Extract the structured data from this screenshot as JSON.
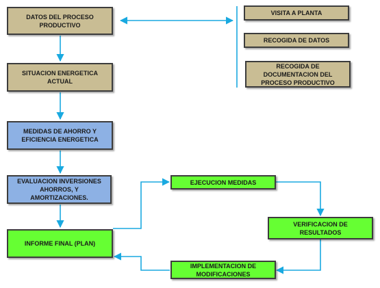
{
  "colors": {
    "tan_fill": "#c9bd94",
    "blue_fill": "#8db1e4",
    "green_fill": "#66ff33",
    "arrow": "#19a9e0",
    "border": "#3c3c3c"
  },
  "nodes": {
    "datos_proceso": "DATOS DEL PROCESO\nPRODUCTIVO",
    "situacion_energetica": "SITUACION ENERGETICA\nACTUAL",
    "medidas_ahorro": "MEDIDAS DE AHORRO Y\nEFICIENCIA ENERGETICA",
    "evaluacion_inversiones": "EVALUACION INVERSIONES\nAHORROS, Y\nAMORTIZACIONES.",
    "informe_final": "INFORME FINAL (PLAN)",
    "visita_planta": "VISITA A PLANTA",
    "recogida_datos": "RECOGIDA DE DATOS",
    "recogida_documentacion": "RECOGIDA DE\nDOCUMENTACION DEL\nPROCESO PRODUCTIVO",
    "ejecucion_medidas": "EJECUCION MEDIDAS",
    "verificacion_resultados": "VERIFICACION DE\nRESULTADOS",
    "implementacion_modificaciones": "IMPLEMENTACION DE\nMODIFICACIONES"
  }
}
